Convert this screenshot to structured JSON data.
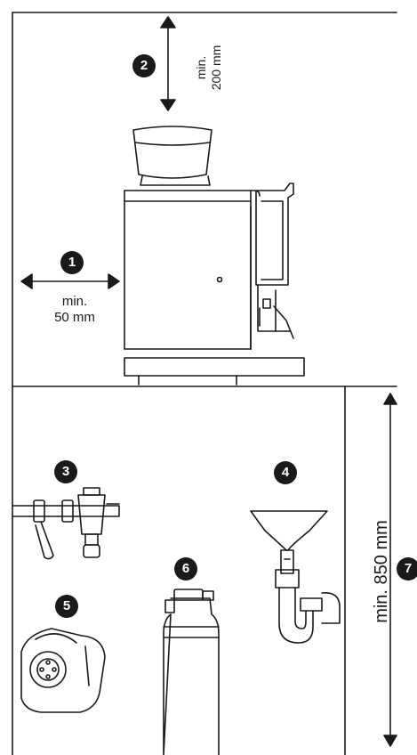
{
  "colors": {
    "line": "#1a1a1a",
    "background": "#ffffff",
    "badge": "#1a1a1a",
    "badge_text": "#ffffff"
  },
  "badges": {
    "b1": "1",
    "b2": "2",
    "b3": "3",
    "b4": "4",
    "b5": "5",
    "b6": "6",
    "b7": "7"
  },
  "clearance_side": {
    "line1": "min.",
    "line2": "50 mm"
  },
  "clearance_top": {
    "line1": "min.",
    "line2": "200 mm"
  },
  "height_label": "min. 850 mm",
  "icons": [
    "coffee-machine-icon",
    "water-valve-filter-icon",
    "sink-drain-icon",
    "power-socket-icon",
    "water-filter-cartridge-icon"
  ]
}
